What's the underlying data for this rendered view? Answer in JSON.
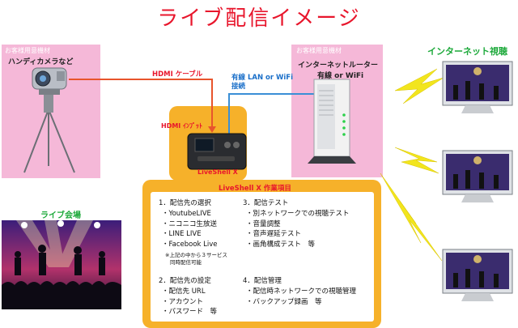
{
  "title": "ライブ配信イメージ",
  "customer_equipment_label": "お客様用意機材",
  "camera_box_label": "ハンディカメラなど",
  "router_box_label": "インターネットルーター",
  "router_box_sublabel": "有線 or WiFi",
  "internet_label": "インターネット視聴",
  "hdmi_cable_label": "HDMI ケーブル",
  "lan_label_line1": "有線 LAN or WiFi",
  "lan_label_line2": "接続",
  "hdmi_input_label": "HDMI ｲﾝﾌﾟｯﾄ",
  "device_label": "LiveShell X",
  "work_items_title": "LiveShell X 作業項目",
  "venue_label": "ライブ会場",
  "sections": {
    "s1_heading": "1．配信先の選択",
    "s1_items": "・YoutubeLIVE\n・ニコニコ生放送\n・LINE LIVE\n・Facebook Live",
    "s1_note_line1": "※上記の中から３サービス",
    "s1_note_line2": "同時配信可能",
    "s2_heading": "2．配信先の設定",
    "s2_items": "・配信先 URL\n・アカウント\n・パスワード　等",
    "s3_heading": "3．配信テスト",
    "s3_items": "・別ネットワークでの視聴テスト\n・音量調整\n・音声遅延テスト\n・画角構成テスト　等",
    "s4_heading": "4．配信管理",
    "s4_items": "・配信時ネットワークでの視聴管理\n・バックアップ録画　等"
  },
  "colors": {
    "title_red": "#e8162c",
    "pink_box": "#f5b8d8",
    "orange_box": "#f6b12a",
    "hdmi_line": "#e8542c",
    "lan_line": "#3a8fd6",
    "lightning": "#f2e51e",
    "internet_green": "#1ca93a"
  }
}
